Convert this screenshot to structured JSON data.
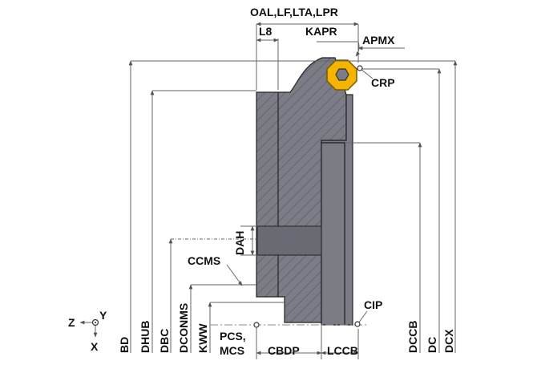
{
  "labels": {
    "oal": "OAL,LF,LTA,LPR",
    "l8": "L8",
    "kapr": "KAPR",
    "apmx": "APMX",
    "crp": "CRP",
    "dah": "DAH",
    "ccms": "CCMS",
    "cip": "CIP",
    "pcs": "PCS,",
    "mcs": "MCS",
    "cbdp": "CBDP",
    "lccb": "LCCB",
    "bd": "BD",
    "dhub": "DHUB",
    "dbc": "DBC",
    "dconms": "DCONMS",
    "kww": "KWW",
    "dccb": "DCCB",
    "dc": "DC",
    "dcx": "DCX"
  },
  "axes": {
    "z": "Z",
    "y": "Y",
    "x": "X"
  },
  "colors": {
    "body": "#7c7c86",
    "body_dark": "#54545e",
    "insert": "#f5b400",
    "insert_edge": "#7a5a00",
    "line": "#666666"
  }
}
